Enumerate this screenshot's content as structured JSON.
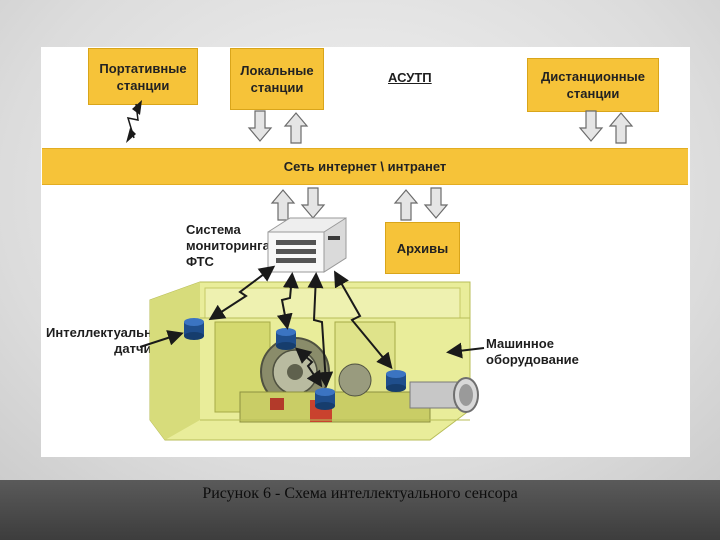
{
  "diagram": {
    "nodes": {
      "portable": "Портативные\nстанции",
      "local": "Локальные\nстанции",
      "remote": "Дистанционные\nстанции",
      "archives": "Архивы"
    },
    "labels": {
      "apcs": "АСУТП",
      "network": "Сеть интернет \\ интранет",
      "monitoring": "Система\nмониторинга\nФТС",
      "sensors": "Интеллектуальные\nдатчики",
      "machinery": "Машинное\nоборудование"
    }
  },
  "caption": "Рисунок 6 - Схема интеллектуального сенсора",
  "colors": {
    "node_fill": "#f6c339",
    "machine_fill": "#e9ed9a",
    "sensor": "#1f4e8c",
    "arrow": "#1a1a1a",
    "footer": "#444444"
  }
}
